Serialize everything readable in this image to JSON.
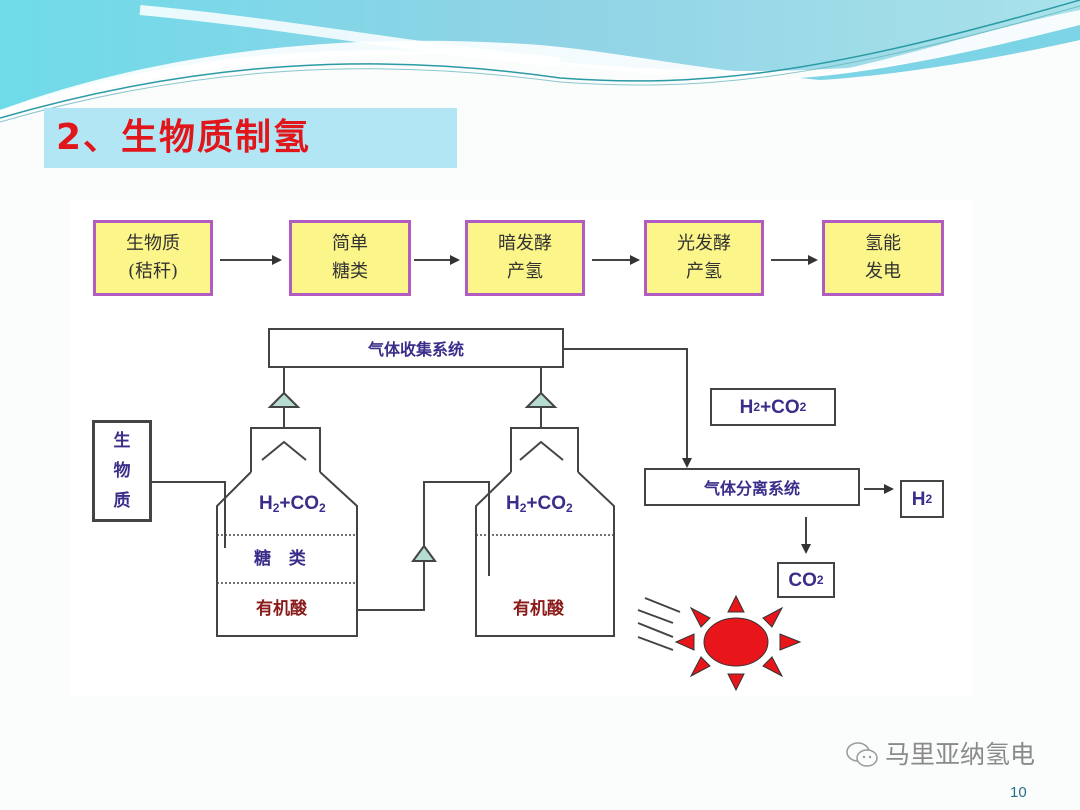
{
  "slide": {
    "title": "2、生物质制氢",
    "page_number": "10",
    "watermark": "马里亚纳氢电"
  },
  "flow_steps": [
    {
      "line1": "生物质",
      "line2": "(秸秆)"
    },
    {
      "line1": "简单",
      "line2": "糖类"
    },
    {
      "line1": "暗发酵",
      "line2": "产氢"
    },
    {
      "line1": "光发酵",
      "line2": "产氢"
    },
    {
      "line1": "氢能",
      "line2": "发电"
    }
  ],
  "apparatus": {
    "gas_collection": "气体收集系统",
    "gas_separation": "气体分离系统",
    "biomass_chars": [
      "生",
      "物",
      "质"
    ],
    "reactor1": {
      "gas": "H",
      "gas_sub1": "2",
      "gas_mid": "+CO",
      "gas_sub2": "2",
      "layer_mid": "糖   类",
      "layer_bottom": "有机酸"
    },
    "reactor2": {
      "gas": "H",
      "gas_sub1": "2",
      "gas_mid": "+CO",
      "gas_sub2": "2",
      "layer_bottom": "有机酸"
    },
    "mix_box": {
      "a": "H",
      "a_sub": "2",
      "b": "+CO",
      "b_sub": "2"
    },
    "h2_box": {
      "a": "H",
      "a_sub": "2"
    },
    "co2_box": {
      "a": "CO",
      "a_sub": "2"
    }
  },
  "colors": {
    "title_red": "#e0161b",
    "step_fill": "#fbf58a",
    "step_border": "#b25bc0",
    "label_blue": "#3a2e8a",
    "label_darkred": "#8b1a1a",
    "sun_red": "#e8161b",
    "valve_fill": "#b7dcd4"
  }
}
